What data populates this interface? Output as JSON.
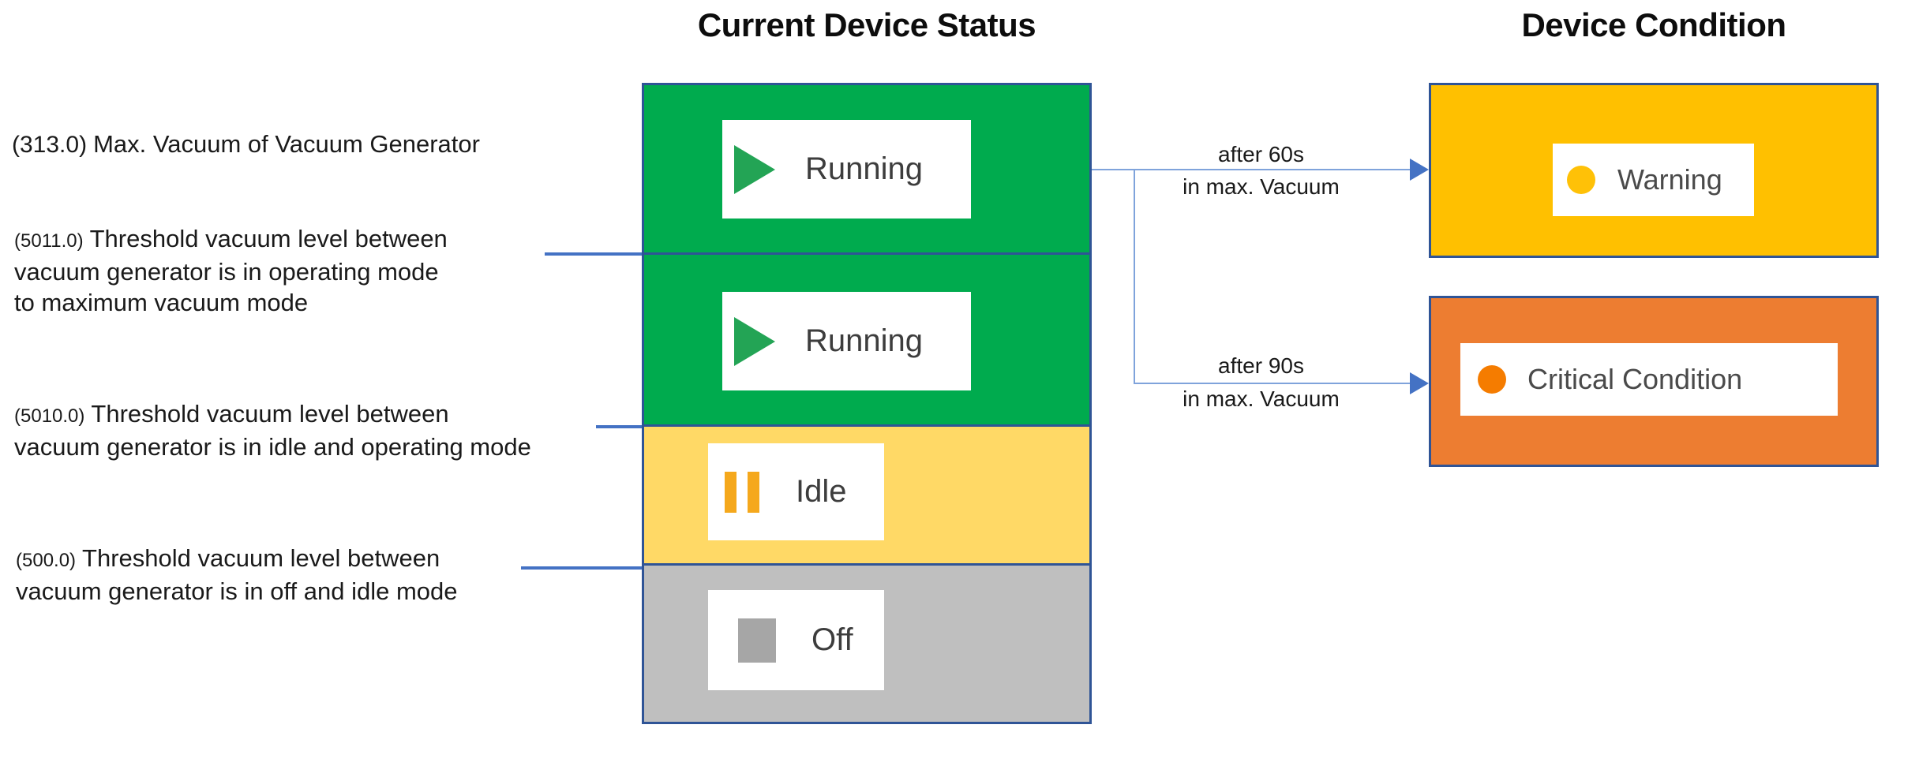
{
  "titles": {
    "current_device_status": "Current Device Status",
    "device_condition": "Device Condition"
  },
  "threshold_labels": [
    {
      "value": "(313.0)",
      "lines": [
        "Max. Vacuum of Vacuum Generator"
      ]
    },
    {
      "value": "(5011.0)",
      "lines": [
        "Threshold vacuum level between",
        "vacuum generator is in operating mode",
        "to maximum vacuum mode"
      ]
    },
    {
      "value": "(5010.0)",
      "lines": [
        "Threshold vacuum level between",
        "vacuum generator is in idle and operating mode"
      ]
    },
    {
      "value": "(500.0)",
      "lines": [
        "Threshold vacuum level between",
        "vacuum generator is in off and idle mode"
      ]
    }
  ],
  "status_rows": [
    {
      "label": "Running",
      "icon": "play-icon",
      "row_color": "#00AB4E"
    },
    {
      "label": "Running",
      "icon": "play-icon",
      "row_color": "#00AB4E"
    },
    {
      "label": "Idle",
      "icon": "pause-icon",
      "row_color": "#FFD966"
    },
    {
      "label": "Off",
      "icon": "stop-icon",
      "row_color": "#BFBFBF"
    }
  ],
  "transitions": [
    {
      "duration": "after 60s",
      "detail": "in max. Vacuum"
    },
    {
      "duration": "after 90s",
      "detail": "in max. Vacuum"
    }
  ],
  "conditions": [
    {
      "label": "Warning",
      "icon": "warning-dot-icon",
      "box_color": "#FFC000",
      "dot_color": "#FFC107"
    },
    {
      "label": "Critical Condition",
      "icon": "critical-dot-icon",
      "box_color": "#ED7D31",
      "dot_color": "#F57C00"
    }
  ],
  "colors": {
    "running_green": "#00AB4E",
    "idle_yellow": "#FFD966",
    "off_gray": "#BFBFBF",
    "warning_gold": "#FFC000",
    "critical_orange": "#ED7D31",
    "box_border_navy": "#2F5496",
    "connector_blue": "#4472C4",
    "connector_light_blue": "#7FA3DB"
  }
}
